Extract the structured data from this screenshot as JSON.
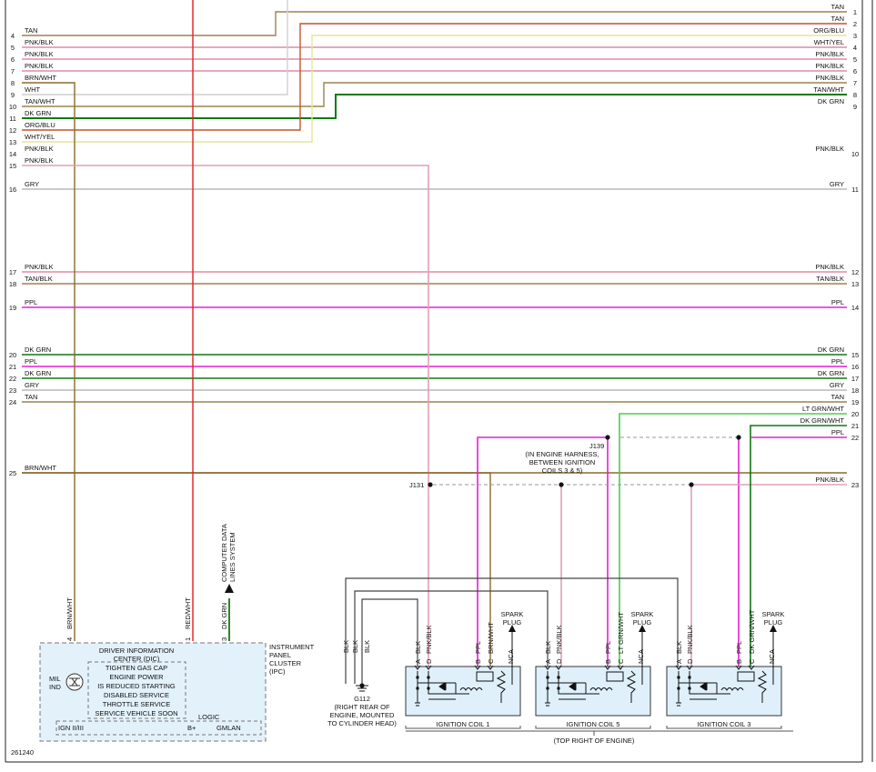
{
  "diagram_id": "261240",
  "colors": {
    "tan": "#9b8450",
    "pnk_blk": "#e28aa8",
    "pnk_blk_tall": "#e0a0b4",
    "brn_wht": "#8a6a2c",
    "wht": "#cfcfcf",
    "dk_grn": "#0f7a12",
    "org_blu": "#c0562c",
    "wht_yel": "#e6e69a",
    "gry": "#b9b9b9",
    "ppl": "#e61ed8",
    "red_wht": "#e02020",
    "lt_grn_wht": "#4ccd4c",
    "blk": "#333333",
    "box_fill": "#e3f1fb",
    "coil_fill": "#dff0fb"
  },
  "left_wires": [
    {
      "pin": "4",
      "label": "TAN",
      "color": "tan"
    },
    {
      "pin": "5",
      "label": "PNK/BLK",
      "color": "pnk_blk"
    },
    {
      "pin": "6",
      "label": "PNK/BLK",
      "color": "pnk_blk"
    },
    {
      "pin": "7",
      "label": "PNK/BLK",
      "color": "pnk_blk"
    },
    {
      "pin": "8",
      "label": "BRN/WHT",
      "color": "brn_wht"
    },
    {
      "pin": "9",
      "label": "WHT",
      "color": "wht"
    },
    {
      "pin": "10",
      "label": "TAN/WHT",
      "color": "tan"
    },
    {
      "pin": "11",
      "label": "DK GRN",
      "color": "dk_grn"
    },
    {
      "pin": "12",
      "label": "ORG/BLU",
      "color": "org_blu"
    },
    {
      "pin": "13",
      "label": "WHT/YEL",
      "color": "wht_yel"
    },
    {
      "pin": "14",
      "label": "PNK/BLK",
      "color": "pnk_blk"
    },
    {
      "pin": "15",
      "label": "PNK/BLK",
      "color": "pnk_blk"
    },
    {
      "pin": "16",
      "label": "GRY",
      "color": "gry"
    },
    {
      "pin": "17",
      "label": "PNK/BLK",
      "color": "pnk_blk"
    },
    {
      "pin": "18",
      "label": "TAN/BLK",
      "color": "tan"
    },
    {
      "pin": "19",
      "label": "PPL",
      "color": "ppl"
    },
    {
      "pin": "20",
      "label": "DK GRN",
      "color": "dk_grn"
    },
    {
      "pin": "21",
      "label": "PPL",
      "color": "ppl"
    },
    {
      "pin": "22",
      "label": "DK GRN",
      "color": "dk_grn"
    },
    {
      "pin": "23",
      "label": "GRY",
      "color": "gry"
    },
    {
      "pin": "24",
      "label": "TAN",
      "color": "tan"
    },
    {
      "pin": "25",
      "label": "BRN/WHT",
      "color": "brn_wht"
    }
  ],
  "right_wires": [
    {
      "pin": "1",
      "label": "TAN",
      "color": "tan"
    },
    {
      "pin": "2",
      "label": "TAN",
      "color": "tan"
    },
    {
      "pin": "3",
      "label": "ORG/BLU",
      "color": "org_blu"
    },
    {
      "pin": "4",
      "label": "WHT/YEL",
      "color": "wht_yel"
    },
    {
      "pin": "5",
      "label": "PNK/BLK",
      "color": "pnk_blk"
    },
    {
      "pin": "6",
      "label": "PNK/BLK",
      "color": "pnk_blk"
    },
    {
      "pin": "7",
      "label": "PNK/BLK",
      "color": "pnk_blk"
    },
    {
      "pin": "8",
      "label": "TAN/WHT",
      "color": "tan"
    },
    {
      "pin": "9",
      "label": "DK GRN",
      "color": "dk_grn"
    },
    {
      "pin": "10",
      "label": "PNK/BLK",
      "color": "pnk_blk"
    },
    {
      "pin": "11",
      "label": "GRY",
      "color": "gry"
    },
    {
      "pin": "12",
      "label": "PNK/BLK",
      "color": "pnk_blk"
    },
    {
      "pin": "13",
      "label": "TAN/BLK",
      "color": "tan"
    },
    {
      "pin": "14",
      "label": "PPL",
      "color": "ppl"
    },
    {
      "pin": "15",
      "label": "DK GRN",
      "color": "dk_grn"
    },
    {
      "pin": "16",
      "label": "PPL",
      "color": "ppl"
    },
    {
      "pin": "17",
      "label": "DK GRN",
      "color": "dk_grn"
    },
    {
      "pin": "18",
      "label": "GRY",
      "color": "gry"
    },
    {
      "pin": "19",
      "label": "TAN",
      "color": "tan"
    },
    {
      "pin": "20",
      "label": "LT GRN/WHT",
      "color": "lt_grn_wht"
    },
    {
      "pin": "21",
      "label": "DK GRN/WHT",
      "color": "dk_grn"
    },
    {
      "pin": "22",
      "label": "PPL",
      "color": "ppl"
    },
    {
      "pin": "23",
      "label": "PNK/BLK",
      "color": "pnk_blk"
    }
  ],
  "splices": {
    "j131": "J131",
    "j139": "J139",
    "j139_note": [
      "(IN ENGINE HARNESS,",
      "BETWEEN IGNITION",
      "COILS 3 & 5)"
    ]
  },
  "ipc": {
    "pin_brn_wht": "4",
    "pin_red_wht": "1",
    "pin_dk_grn": "3",
    "wire_brn_wht": "BRN/WHT",
    "wire_red_wht": "RED/WHT",
    "wire_dk_grn": "DK GRN",
    "computer_data": [
      "COMPUTER DATA",
      "LINES SYSTEM"
    ],
    "title": [
      "INSTRUMENT",
      "PANEL",
      "CLUSTER",
      "(IPC)"
    ],
    "dic": [
      "DRIVER INFORMATION",
      "CENTER (DIC)"
    ],
    "messages": [
      "TIGHTEN GAS CAP",
      "ENGINE POWER",
      "IS REDUCED STARTING",
      "DISABLED SERVICE",
      "THROTTLE SERVICE",
      "SERVICE VEHICLE SOON"
    ],
    "mil": [
      "MIL",
      "IND"
    ],
    "logic": "LOGIC",
    "ign": "IGN II/III",
    "bplus": "B+",
    "gmlan": "GMLAN"
  },
  "ground": {
    "wires": [
      "BLK",
      "BLK",
      "BLK"
    ],
    "name": "G112",
    "note": [
      "(RIGHT REAR OF",
      "ENGINE, MOUNTED",
      "TO CYLINDER HEAD)"
    ]
  },
  "coils": [
    {
      "name": "IGNITION COIL 1",
      "pins": [
        "A",
        "D",
        "B",
        "C"
      ],
      "wires": [
        "BLK",
        "PNK/BLK",
        "PPL",
        "BRN/WHT"
      ],
      "nca": "NCA",
      "spark": [
        "SPARK",
        "PLUG"
      ]
    },
    {
      "name": "IGNITION COIL 5",
      "pins": [
        "A",
        "D",
        "B",
        "C"
      ],
      "wires": [
        "BLK",
        "PNK/BLK",
        "PPL",
        "LT GRN/WHT"
      ],
      "nca": "NCA",
      "spark": [
        "SPARK",
        "PLUG"
      ]
    },
    {
      "name": "IGNITION COIL 3",
      "pins": [
        "A",
        "D",
        "B",
        "C"
      ],
      "wires": [
        "BLK",
        "PNK/BLK",
        "PPL",
        "DK GRN/WHT"
      ],
      "nca": "NCA",
      "spark": [
        "SPARK",
        "PLUG"
      ]
    }
  ],
  "coils_location": "(TOP RIGHT OF ENGINE)"
}
